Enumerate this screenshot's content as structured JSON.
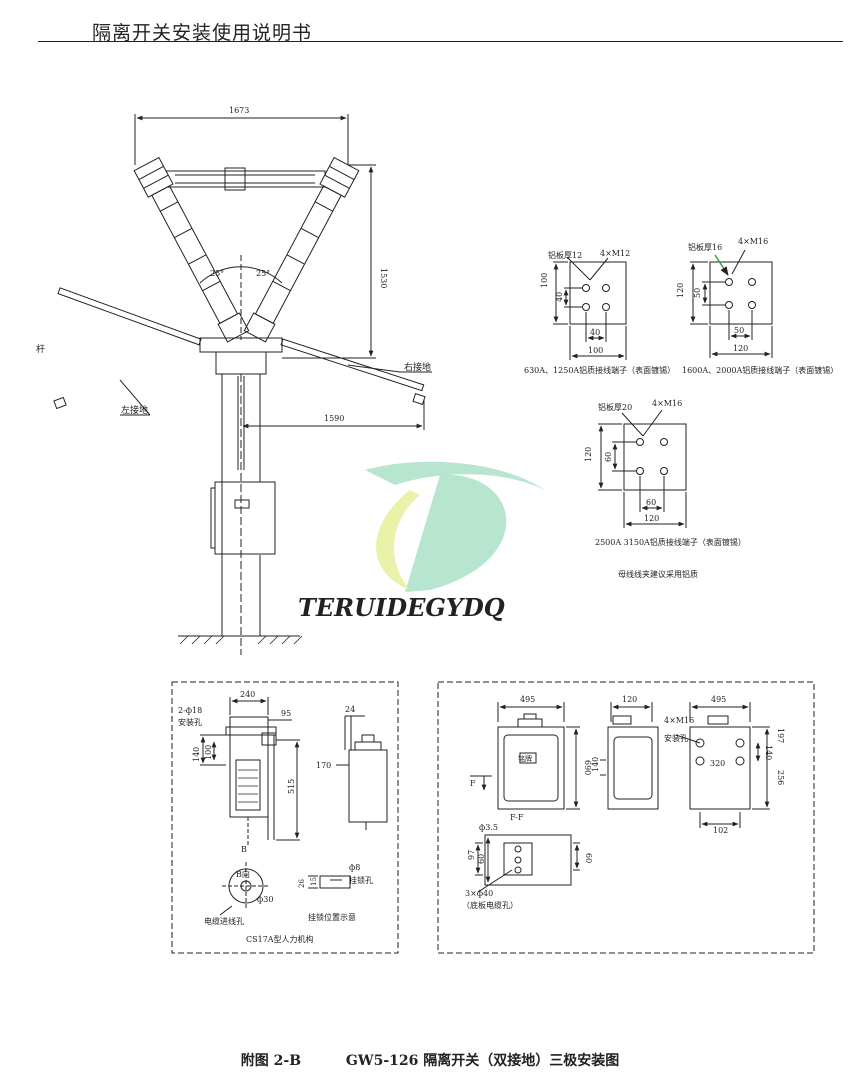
{
  "header": {
    "title": "隔离开关安装使用说明书"
  },
  "switch_assembly": {
    "dim_width": "1673",
    "dim_height": "1530",
    "dim_ground_span": "1590",
    "angle_left": "25°",
    "angle_right": "25°",
    "label_left_ground": "左接地",
    "label_right_ground": "右接地",
    "label_margin": "杆"
  },
  "terminals": {
    "t1": {
      "plate": "铝板厚12",
      "bolts": "4×M12",
      "dim_v_outer": "100",
      "dim_v_inner": "40",
      "dim_h_inner": "40",
      "dim_h_outer": "100",
      "caption": "630A、1250A铝质接线端子（表面镀锡）"
    },
    "t2": {
      "plate": "铝板厚16",
      "bolts": "4×M16",
      "dim_v_outer": "120",
      "dim_v_inner": "50",
      "dim_h_inner": "50",
      "dim_h_outer": "120",
      "caption": "1600A、2000A铝质接线端子（表面镀锡）"
    },
    "t3": {
      "plate": "铝板厚20",
      "bolts": "4×M16",
      "dim_v_outer": "120",
      "dim_v_inner": "60",
      "dim_h_inner": "60",
      "dim_h_outer": "120",
      "caption": "2500A 3150A铝质接线端子（表面镀锡）",
      "note": "母线线夹建议采用铝质"
    }
  },
  "watermark": {
    "text": "TERUIDEGYDQ"
  },
  "mechanism_cs17a": {
    "holes": "2-ф18",
    "mount_hole": "安装孔",
    "dim_240": "240",
    "dim_95": "95",
    "dim_24": "24",
    "dim_140": "140",
    "dim_100": "100",
    "dim_515": "515",
    "dim_170": "170",
    "view_b": "B",
    "b_dir": "B向",
    "phi30": "ф30",
    "cable_hole": "电缆进线孔",
    "lock_hole": "ф8",
    "lock_hole_label": "挂锁孔",
    "dim_26": "26",
    "dim_15": "15",
    "lock_pos": "挂锁位置示意",
    "caption": "CS17A型人力机构"
  },
  "mechanism_box": {
    "dim_495a": "495",
    "dim_120": "120",
    "dim_495b": "495",
    "bolts": "4×M16",
    "mount_hole": "安装孔",
    "dim_690": "690",
    "dim_140": "140",
    "dim_197": "197",
    "dim_140b": "140",
    "dim_320": "320",
    "dim_256": "256",
    "dim_102": "102",
    "section_f": "F",
    "section_ff": "F-F",
    "phi35": "ф3.5",
    "dim_97": "97",
    "dim_60a": "60",
    "dim_60b": "60",
    "holes_bottom": "3×ф40",
    "holes_bottom_label": "（底板电缆孔）",
    "plate": "铭牌"
  },
  "caption": {
    "figure_no": "附图 2-B",
    "title": "GW5-126 隔离开关（双接地）三极安装图"
  }
}
